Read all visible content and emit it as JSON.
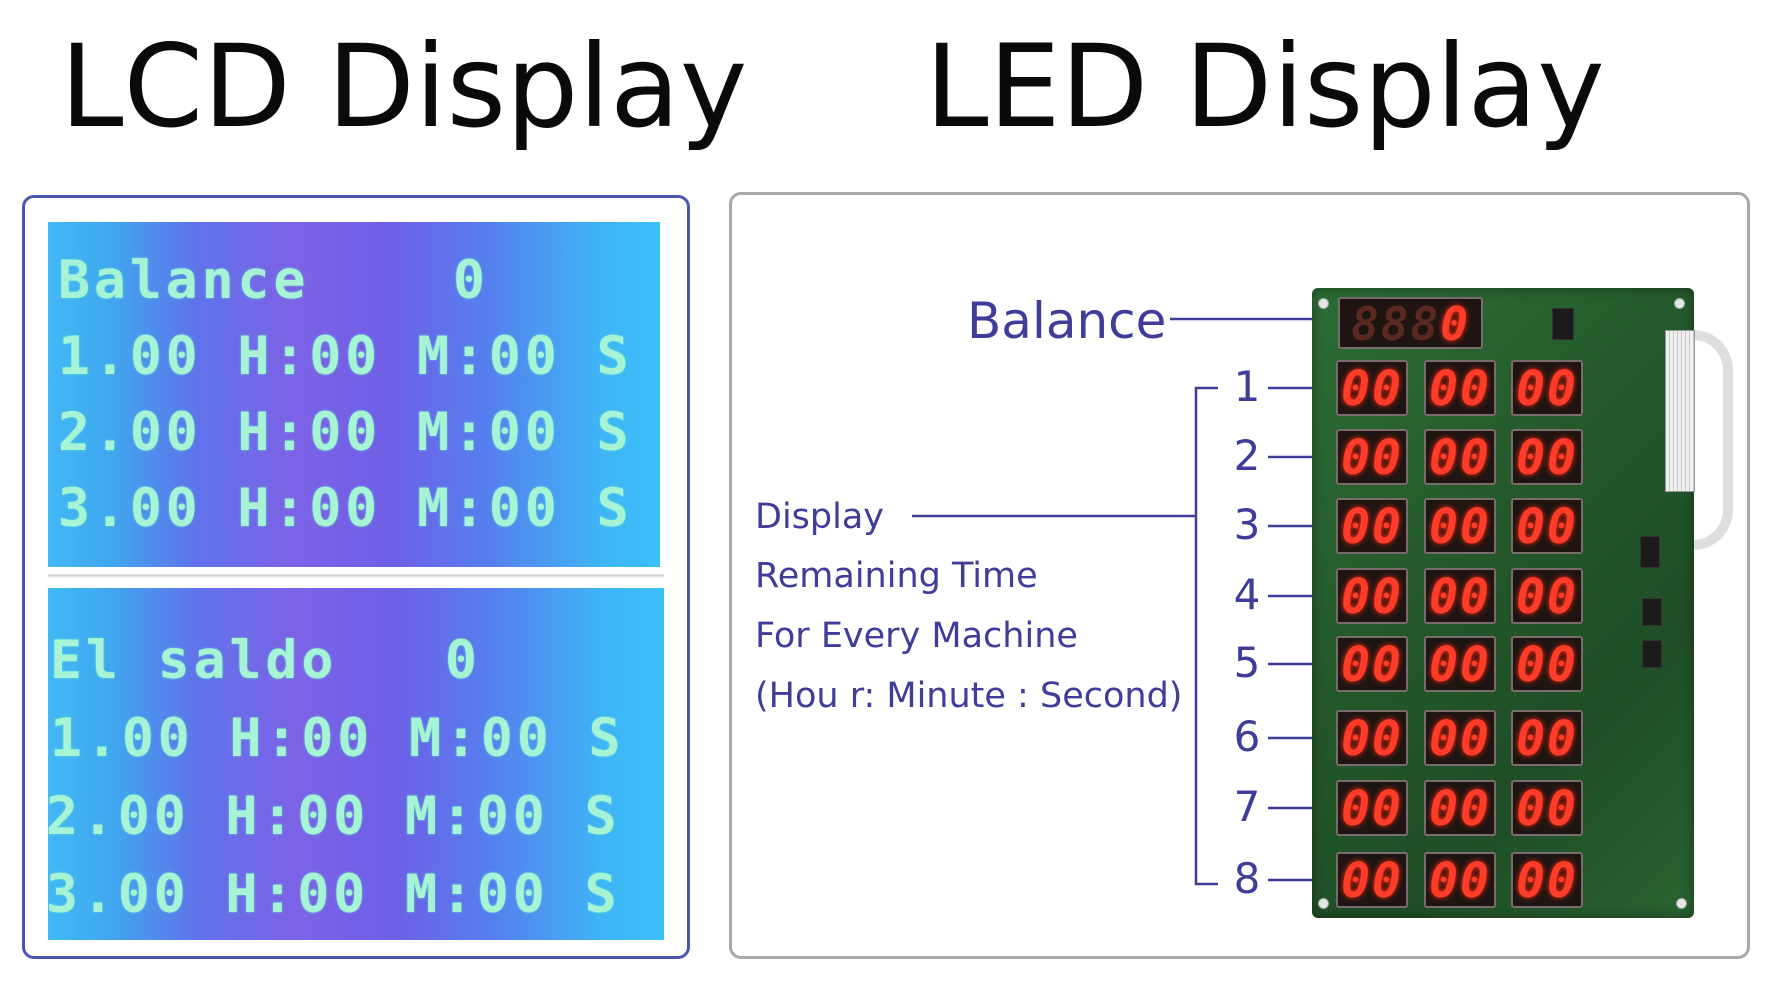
{
  "headings": {
    "lcd": "LCD Display",
    "led": "LED Display"
  },
  "lcd": {
    "top_rows": [
      "Balance    0",
      "1.00 H:00 M:00 S",
      "2.00 H:00 M:00 S",
      "3.00 H:00 M:00 S"
    ],
    "bottom_rows": [
      "El saldo   0",
      "1.00 H:00 M:00 S",
      "2.00 H:00 M:00 S",
      "3.00 H:00 M:00 S"
    ]
  },
  "led": {
    "balance_label": "Balance",
    "description": [
      "Display",
      "Remaining Time",
      "For Every Machine",
      "(Hou r: Minute : Second)"
    ],
    "row_numbers": [
      "1",
      "2",
      "3",
      "4",
      "5",
      "6",
      "7",
      "8"
    ],
    "balance_digits": [
      "8",
      "8",
      "8",
      "0"
    ],
    "row_digits": "00"
  },
  "colors": {
    "accent": "#3f3c9a",
    "lcd_text": "#a6f4d5",
    "led_red": "#ff3b2a",
    "pcb_green": "#24592b"
  }
}
